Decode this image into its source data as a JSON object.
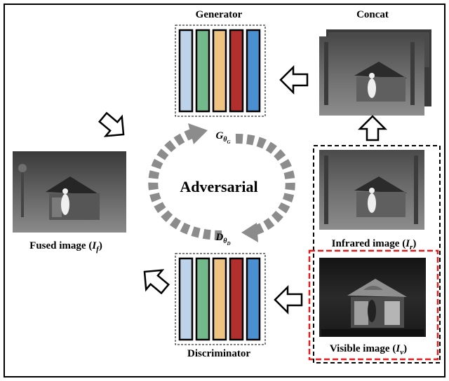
{
  "labels": {
    "generator": "Generator",
    "concat": "Concat",
    "discriminator": "Discriminator",
    "adversarial": "Adversarial",
    "fused_image": "Fused image",
    "fused_symbol_main": "I",
    "fused_symbol_sub": "f",
    "infrared_image": "Infrared image",
    "infrared_symbol_main": "I",
    "infrared_symbol_sub": "r",
    "visible_image": "Visible image",
    "visible_symbol_main": "I",
    "visible_symbol_sub": "v",
    "generator_symbol_main": "G",
    "generator_symbol_sub1": "θ",
    "generator_symbol_sub2": "G",
    "discriminator_symbol_main": "D",
    "discriminator_symbol_sub1": "θ",
    "discriminator_symbol_sub2": "D"
  },
  "network_layer_colors": [
    "#bcd3ea",
    "#74b98c",
    "#efc482",
    "#b12f2d",
    "#4a8fd0"
  ],
  "colors": {
    "red_dashed_box": "#e21b1b",
    "cycle_arrow": "#8c8c8c"
  }
}
